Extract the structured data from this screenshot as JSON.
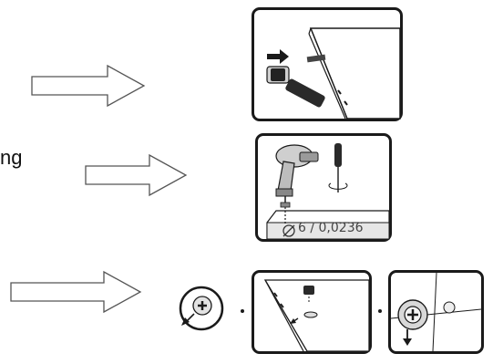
{
  "instruction_text": {
    "partial_word": "ng"
  },
  "steps": [
    {
      "id": "step-1",
      "icon": "cam-bolt-insertion"
    },
    {
      "id": "step-2",
      "icon": "drill-and-screwdriver",
      "hole_spec": "6 / 0,0236"
    },
    {
      "id": "step-3",
      "icon": "cam-lock-fitting"
    }
  ],
  "colors": {
    "line": "#1a1a1a",
    "arrow_outline": "#555555",
    "gray_fill": "#e6e6e6"
  }
}
